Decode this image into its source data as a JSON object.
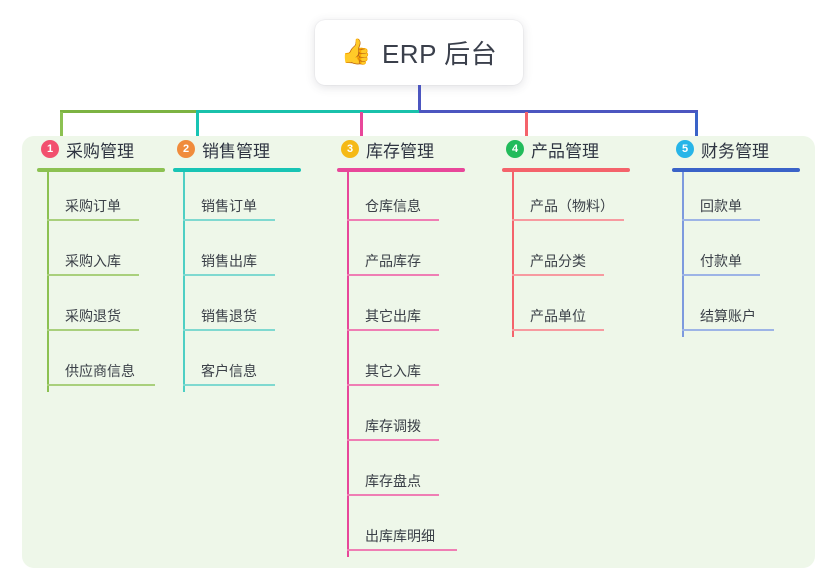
{
  "root": {
    "icon": "thumbs-up-icon",
    "emoji": "👍",
    "title": "ERP 后台"
  },
  "panel": {
    "background": "#eef7e9"
  },
  "connectors": {
    "stem_color": "#4c56c0",
    "segments": [
      {
        "name": "left-green",
        "color": "#7cb342"
      },
      {
        "name": "mid-teal",
        "color": "#19c1ab"
      },
      {
        "name": "right-indigo",
        "color": "#4c56c0"
      }
    ]
  },
  "columns": [
    {
      "number": "1",
      "title": "采购管理",
      "badge_color": "#f2506e",
      "line_color": "#8cc152",
      "drop_color": "#8cc152",
      "items": [
        "采购订单",
        "采购入库",
        "采购退货",
        "供应商信息"
      ]
    },
    {
      "number": "2",
      "title": "销售管理",
      "badge_color": "#f08c3c",
      "line_color": "#18c4b4",
      "drop_color": "#18c4b4",
      "items": [
        "销售订单",
        "销售出库",
        "销售退货",
        "客户信息"
      ]
    },
    {
      "number": "3",
      "title": "库存管理",
      "badge_color": "#f5b916",
      "line_color": "#e8479a",
      "drop_color": "#e8479a",
      "items": [
        "仓库信息",
        "产品库存",
        "其它出库",
        "其它入库",
        "库存调拨",
        "库存盘点",
        "出库库明细"
      ]
    },
    {
      "number": "4",
      "title": "产品管理",
      "badge_color": "#22bb5b",
      "line_color": "#f4636b",
      "drop_color": "#f4636b",
      "items": [
        "产品（物料）",
        "产品分类",
        "产品单位"
      ]
    },
    {
      "number": "5",
      "title": "财务管理",
      "badge_color": "#27b5e8",
      "line_color": "#3a63c8",
      "drop_color": "#3a63c8",
      "items": [
        "回款单",
        "付款单",
        "结算账户"
      ]
    }
  ]
}
